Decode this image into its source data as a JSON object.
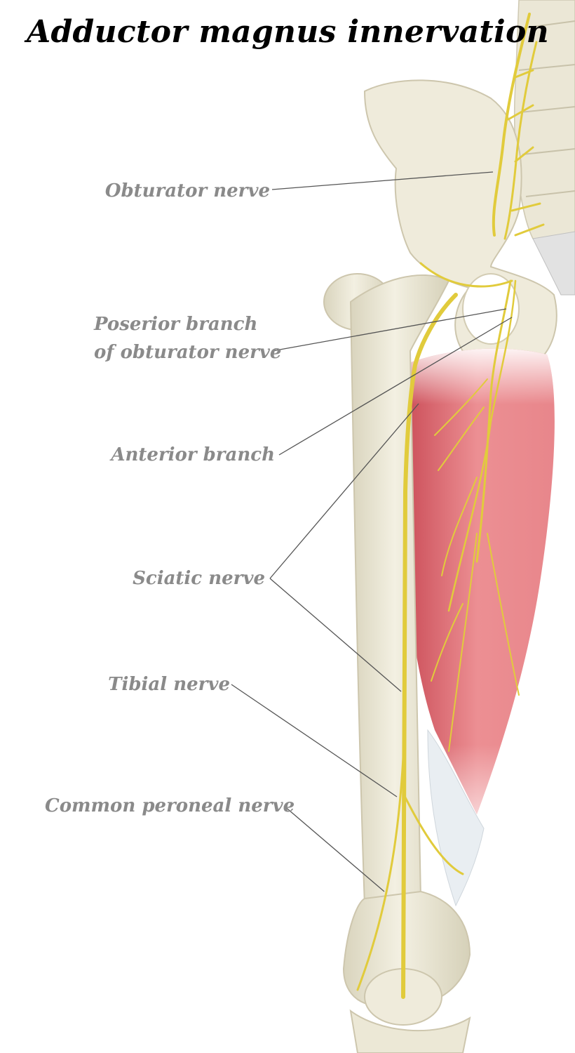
{
  "title": "Adductor magnus innervation",
  "labels": {
    "obturator_nerve": "Obturator nerve",
    "posterior_branch_line1": "Poserior branch",
    "posterior_branch_line2": "of obturator nerve",
    "anterior_branch": "Anterior branch",
    "sciatic_nerve": "Sciatic nerve",
    "tibial_nerve": "Tibial nerve",
    "common_peroneal_nerve": "Common peroneal nerve"
  },
  "colors": {
    "bone": "#eeead8",
    "muscle": "#e9858a",
    "nerve": "#e1cb3c",
    "label_text": "#8a8a8a",
    "leader_line": "#555555"
  }
}
